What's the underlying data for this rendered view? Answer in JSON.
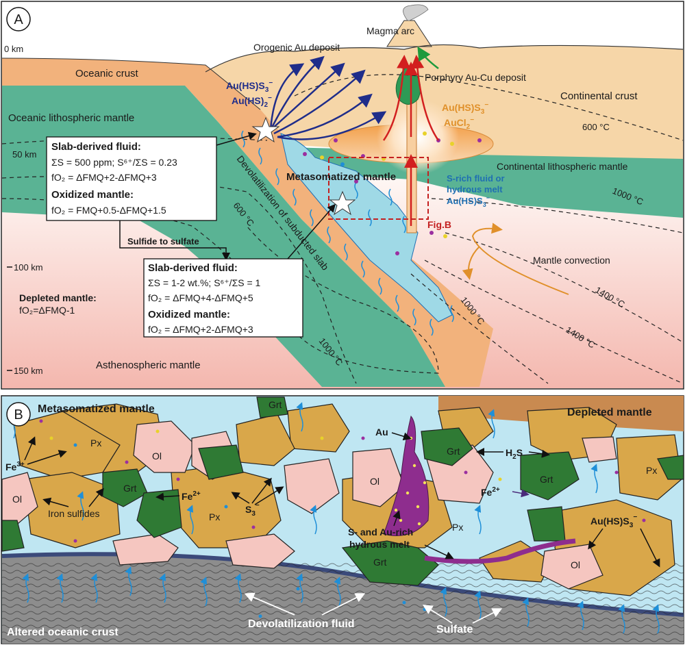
{
  "panel_a": {
    "badge": "A",
    "depths": [
      "0 km",
      "50 km",
      "100 km",
      "150 km"
    ],
    "labels": {
      "oceanic_crust": "Oceanic crust",
      "oceanic_lith": "Oceanic lithospheric mantle",
      "continental_crust": "Continental crust",
      "continental_lith": "Continental lithospheric mantle",
      "magma_arc": "Magma arc",
      "orogenic": "Orogenic Au deposit",
      "porphyry": "Porphyry Au-Cu deposit",
      "au_hs_s3": "Au(HS)S",
      "au_hs_s3_sup": "−",
      "au_hs_s3_sub": "3",
      "au_hs2": "Au(HS)",
      "au_hs2_sub": "2",
      "au_hs2_sup": "−",
      "aucl2": "AuCl",
      "aucl2_sub": "2",
      "aucl2_sup": "−",
      "metasomatized": "Metasomatized mantle",
      "s_rich_1": "S-rich fluid or",
      "s_rich_2": "hydrous melt",
      "fig_b": "Fig.B",
      "mantle_convection": "Mantle convection",
      "devolatilization": "Devolatilization of subducted slab",
      "depleted_title": "Depleted mantle:",
      "depleted_fo2": "fO₂=ΔFMQ-1",
      "asthenospheric": "Asthenospheric mantle",
      "sulfide_to_sulfate": "Sulfide to sulfate"
    },
    "isotherms": [
      "600 °C",
      "1000 °C",
      "1400 °C",
      "600 °C",
      "1000 °C",
      "1400 °C",
      "1000 °C"
    ],
    "box1": {
      "title1": "Slab-derived fluid:",
      "line1": "ΣS = 500 ppm; S⁶⁺/ΣS = 0.23",
      "line2": "fO₂ = ΔFMQ+2-ΔFMQ+3",
      "title2": "Oxidized mantle:",
      "line3": "fO₂ = FMQ+0.5-ΔFMQ+1.5"
    },
    "box2": {
      "title1": "Slab-derived fluid:",
      "line1": "ΣS = 1-2 wt.%; S⁶⁺/ΣS = 1",
      "line2": "fO₂ = ΔFMQ+4-ΔFMQ+5",
      "title2": "Oxidized mantle:",
      "line3": "fO₂ = ΔFMQ+2-ΔFMQ+3"
    }
  },
  "panel_b": {
    "badge": "B",
    "metasomatized": "Metasomatized mantle",
    "depleted": "Depleted mantle",
    "altered": "Altered oceanic crust",
    "devol_fluid": "Devolatilization fluid",
    "sulfate": "Sulfate",
    "melt_1": "S- and Au-rich",
    "melt_2": "hydrous melt",
    "iron_sulfides": "Iron sulfides",
    "fe3": "Fe",
    "fe3_sup": "3+",
    "fe2": "Fe",
    "fe2_sup": "2+",
    "s3": "S",
    "s3_sub": "3",
    "s3_sup": "−",
    "h2s": "H",
    "h2s_sub": "2",
    "h2s_tail": "S",
    "au": "Au",
    "au_hs_s3": "Au(HS)S",
    "au_hs_s3_sub": "3",
    "au_hs_s3_sup": "−",
    "minerals": {
      "px": "Px",
      "ol": "Ol",
      "grt": "Grt"
    }
  },
  "colors": {
    "oceanic_crust": "#f2b27c",
    "lith_mantle": "#5ab394",
    "continental": "#f6d6a8",
    "asthenosphere": "#fbe3df",
    "panel_b_bg": "#bfe6f2",
    "px": "#d9a74a",
    "ol": "#f5c6c0",
    "grt": "#2f7a34",
    "altered": "#8d8d8d",
    "depleted": "#c98a50",
    "melt": "#8e2d8e"
  }
}
